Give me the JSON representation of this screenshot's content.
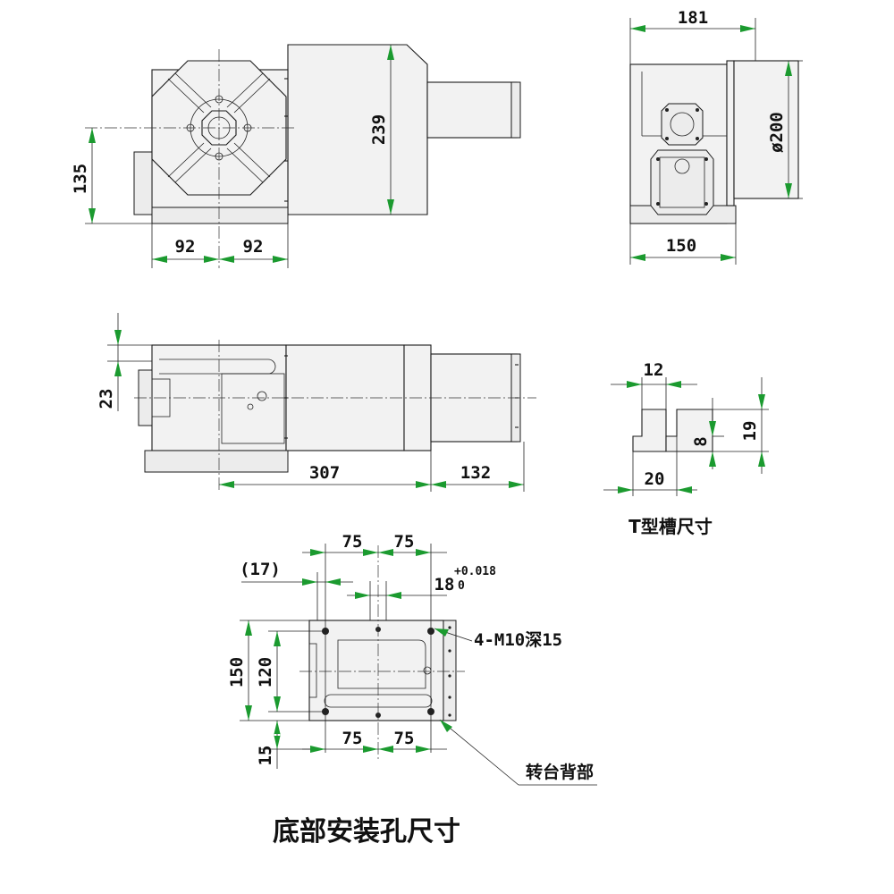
{
  "colors": {
    "line": "#1a1a1a",
    "arrow": "#1b9a2f",
    "body_fill": "#f2f2f2"
  },
  "front_view": {
    "dim_width_left": "92",
    "dim_width_right": "92",
    "dim_center_height": "135",
    "dim_overall_height": "239"
  },
  "side_view": {
    "dim_overall_length": "181",
    "dim_table_diameter": "ø200",
    "dim_base_width": "150"
  },
  "top_view": {
    "dim_offset": "23",
    "dim_body_length": "307",
    "dim_motor_length": "132"
  },
  "t_slot": {
    "title": "T型槽尺寸",
    "dim_slot_width": "12",
    "dim_slot_depth": "19",
    "dim_slot_lip": "8",
    "dim_slot_base": "20"
  },
  "bottom_view": {
    "title": "底部安装孔尺寸",
    "dim_top_left": "75",
    "dim_top_right": "75",
    "dim_bottom_left": "75",
    "dim_bottom_right": "75",
    "dim_edge_offset": "(17)",
    "dim_keyway": "18",
    "tol_upper": "+0.018",
    "tol_lower": "0",
    "dim_height_outer": "150",
    "dim_height_inner": "120",
    "dim_bottom_offset": "15",
    "hole_callout": "4-M10深15",
    "back_callout": "转台背部"
  }
}
